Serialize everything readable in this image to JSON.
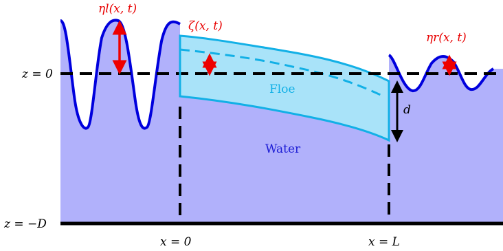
{
  "labels": {
    "z0": "z = 0",
    "zD": "z = −D",
    "x0": "x = 0",
    "xL": "x = L",
    "eta_l": "ηl(x, t)",
    "eta_r": "ηr(x, t)",
    "zeta": "ζ(x, t)",
    "floe": "Floe",
    "water": "Water",
    "d": "d"
  },
  "colors": {
    "water_fill": "#b1b1fb",
    "wave_line": "#0000dd",
    "floe_fill": "#a9e3f9",
    "floe_line": "#12b0e6",
    "arrow_red": "#ee0000",
    "red_text": "#e80000",
    "water_text": "#1d1dd5",
    "floe_text": "#12b0e6",
    "black": "#000000"
  }
}
